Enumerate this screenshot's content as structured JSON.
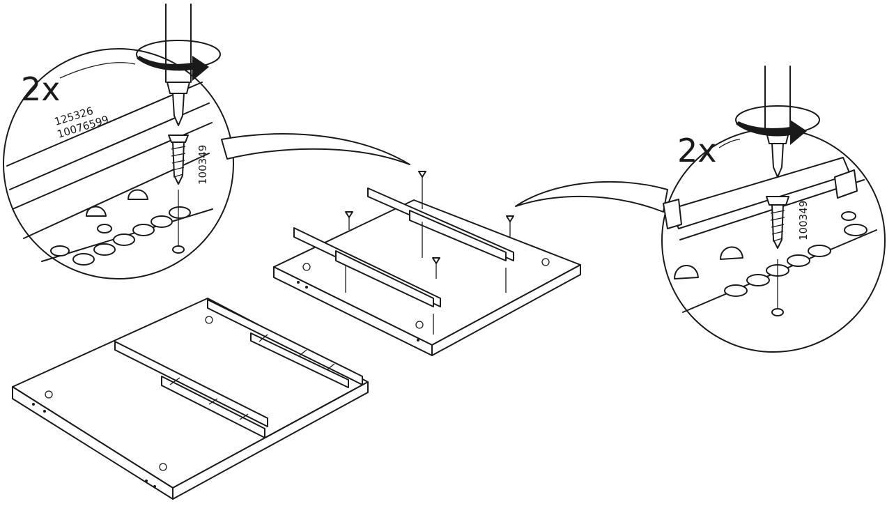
{
  "left_callout": {
    "quantity": "2x",
    "part_numbers": [
      "125326",
      "10076599"
    ],
    "screw_code": "100349"
  },
  "right_callout": {
    "quantity": "2x",
    "screw_code": "100349"
  }
}
